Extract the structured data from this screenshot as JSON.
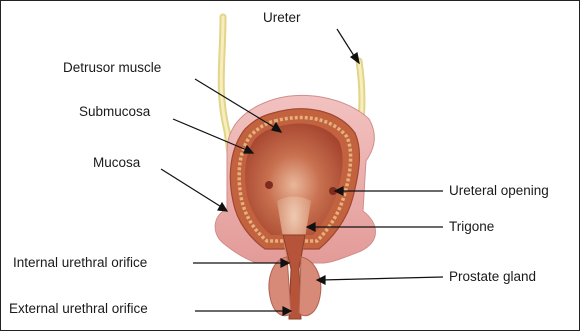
{
  "labels": {
    "ureter": "Ureter",
    "detrusor": "Detrusor muscle",
    "submucosa": "Submucosa",
    "mucosa": "Mucosa",
    "internal_orifice": "Internal urethral orifice",
    "external_orifice": "External urethral orifice",
    "ureteral_opening": "Ureteral opening",
    "trigone": "Trigone",
    "prostate": "Prostate gland"
  },
  "colors": {
    "mucosa_pink": "#e9a7a4",
    "muscle_outer": "#c96b4a",
    "lumen": "#b8533a",
    "submucosa_band": "#e3b483",
    "trigone_pale": "#e8b9a1",
    "ureter_tube": "#efe6a6",
    "prostate": "#d9897a"
  }
}
